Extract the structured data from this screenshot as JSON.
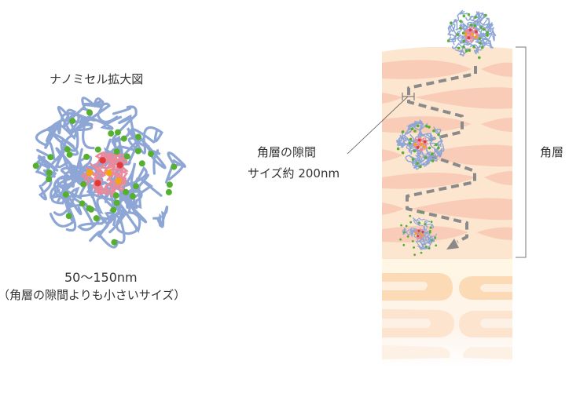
{
  "left_panel": {
    "title": "ナノミセル拡大図",
    "size_range": "50〜150nm",
    "size_note": "（角層の隙間よりも小さいサイズ）"
  },
  "right_panel": {
    "gap_label_line1": "角層の隙間",
    "gap_label_line2": "サイズ約 200nm",
    "stratum_label": "角層"
  },
  "colors": {
    "shell_strand": "#8ea6d6",
    "core_strand": "#e88a9c",
    "green_dot": "#55b030",
    "red_dot": "#e23a3a",
    "orange_dot": "#f3a512",
    "skin_bg": "#fde6cf",
    "skin_cell": "#f8ccb6",
    "lower_layer": "#fbd8b0",
    "path": "#8a8a8a"
  }
}
